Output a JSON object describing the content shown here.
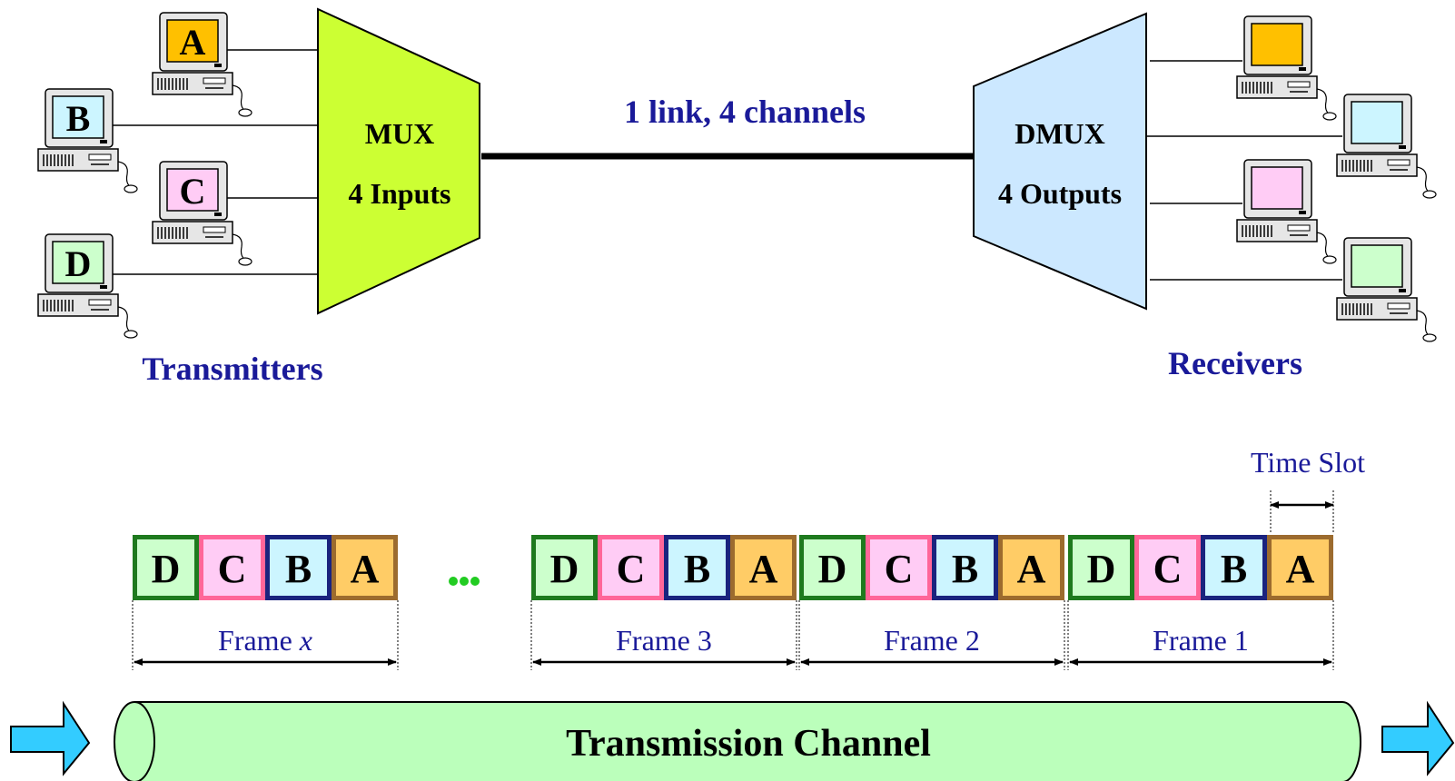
{
  "transmitters": {
    "label": "Transmitters",
    "computers": [
      {
        "letter": "A",
        "screen_color": "#FFC000"
      },
      {
        "letter": "B",
        "screen_color": "#CCF5FF"
      },
      {
        "letter": "C",
        "screen_color": "#FFCCF5"
      },
      {
        "letter": "D",
        "screen_color": "#CCFFCC"
      }
    ]
  },
  "receivers": {
    "label": "Receivers",
    "computers": [
      {
        "screen_color": "#FFC000"
      },
      {
        "screen_color": "#CCF5FF"
      },
      {
        "screen_color": "#FFCCF5"
      },
      {
        "screen_color": "#CCFFCC"
      }
    ]
  },
  "mux": {
    "title": "MUX",
    "subtitle": "4 Inputs",
    "fill": "#CCFF33"
  },
  "dmux": {
    "title": "DMUX",
    "subtitle": "4 Outputs",
    "fill": "#CCE8FF"
  },
  "link_label": "1 link, 4 channels",
  "time_slot_label": "Time Slot",
  "ellipsis_color": "#22CC22",
  "slot_styles": {
    "D": {
      "fill": "#CCFFCC",
      "border": "#1E7A1E"
    },
    "C": {
      "fill": "#FFCCF5",
      "border": "#FF6699"
    },
    "B": {
      "fill": "#CCF5FF",
      "border": "#1A237E"
    },
    "A": {
      "fill": "#FFCC66",
      "border": "#9C6B2E"
    }
  },
  "frames": [
    {
      "label": "Frame ",
      "label_var": "x",
      "slots": [
        "D",
        "C",
        "B",
        "A"
      ]
    },
    {
      "label": "Frame 3",
      "label_var": "",
      "slots": [
        "D",
        "C",
        "B",
        "A"
      ]
    },
    {
      "label": "Frame 2",
      "label_var": "",
      "slots": [
        "D",
        "C",
        "B",
        "A"
      ]
    },
    {
      "label": "Frame 1",
      "label_var": "",
      "slots": [
        "D",
        "C",
        "B",
        "A"
      ]
    }
  ],
  "channel": {
    "label": "Transmission Channel",
    "fill": "#BBFFBB"
  },
  "arrow_color": "#33CCFF",
  "text_color": "#1A1A99"
}
